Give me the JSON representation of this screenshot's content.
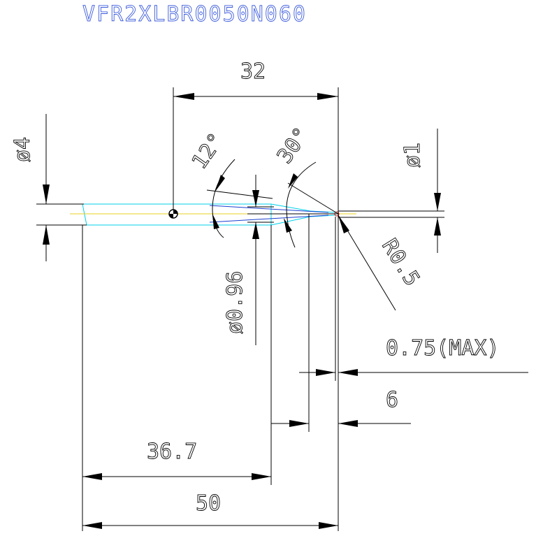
{
  "title": "VFR2XLBR0050N060",
  "colors": {
    "title": "#3b5bdb",
    "outline": "#00d0e8",
    "centerline": "#e8d020",
    "profile": "#1b3fcf",
    "dimension": "#000000"
  },
  "dimensions": {
    "length_32": "32",
    "shank_dia": "ø4",
    "angle_12": "12°",
    "angle_30": "30°",
    "tip_dia": "ø1",
    "radius": "R0.5",
    "neck_dia": "ø0.96",
    "max_075": "0.75(MAX)",
    "length_6": "6",
    "length_36_7": "36.7",
    "length_50": "50"
  }
}
